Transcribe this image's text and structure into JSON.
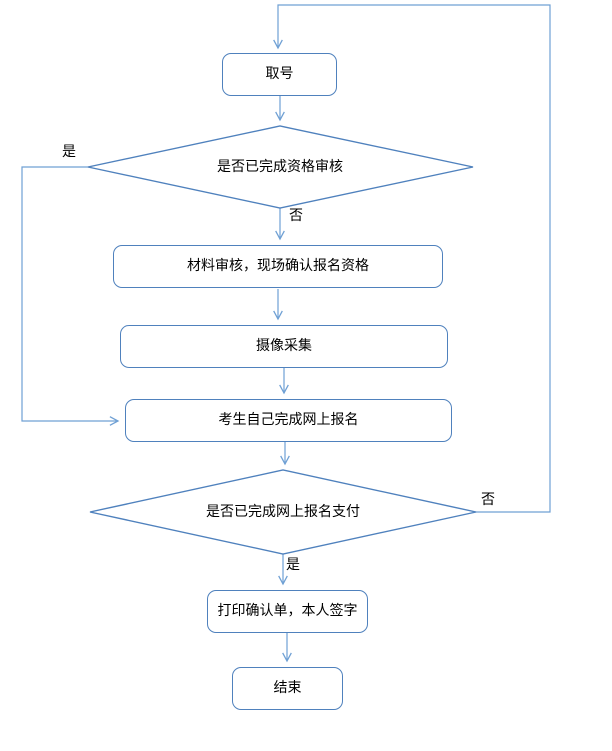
{
  "diagram": {
    "type": "flowchart",
    "background": "#ffffff"
  },
  "colors": {
    "shape_border": "#4f81bd",
    "connector": "#6fa0d4",
    "text": "#000000"
  },
  "nodes": {
    "take_number": {
      "label": "取号",
      "shape": "rounded-rectangle"
    },
    "qualification_check": {
      "label": "是否已完成资格审核",
      "shape": "diamond"
    },
    "material_review": {
      "label": "材料审核，现场确认报名资格",
      "shape": "rounded-rectangle"
    },
    "photo_capture": {
      "label": "摄像采集",
      "shape": "rounded-rectangle"
    },
    "online_registration": {
      "label": "考生自己完成网上报名",
      "shape": "rounded-rectangle"
    },
    "payment_check": {
      "label": "是否已完成网上报名支付",
      "shape": "diamond"
    },
    "print_confirmation": {
      "label": "打印确认单，本人签字",
      "shape": "rounded-rectangle"
    },
    "end": {
      "label": "结束",
      "shape": "rounded-rectangle"
    }
  },
  "edge_labels": {
    "qualification_yes": "是",
    "qualification_no": "否",
    "payment_no": "否",
    "payment_yes": "是"
  },
  "edges": [
    {
      "from": "payment_check",
      "to": "take_number",
      "label": "否"
    },
    {
      "from": "take_number",
      "to": "qualification_check",
      "label": ""
    },
    {
      "from": "qualification_check",
      "to": "material_review",
      "label": "否"
    },
    {
      "from": "qualification_check",
      "to": "online_registration",
      "label": "是"
    },
    {
      "from": "material_review",
      "to": "photo_capture",
      "label": ""
    },
    {
      "from": "photo_capture",
      "to": "online_registration",
      "label": ""
    },
    {
      "from": "online_registration",
      "to": "payment_check",
      "label": ""
    },
    {
      "from": "payment_check",
      "to": "print_confirmation",
      "label": "是"
    },
    {
      "from": "print_confirmation",
      "to": "end",
      "label": ""
    }
  ]
}
